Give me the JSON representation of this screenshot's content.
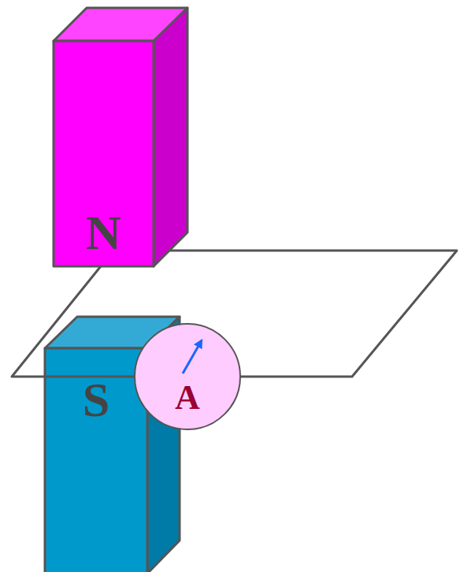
{
  "diagram": {
    "nodes": [
      {
        "text": [
          "N"
        ]
      },
      {
        "text": [
          "S"
        ]
      },
      {
        "text": [
          "A"
        ]
      }
    ]
  }
}
